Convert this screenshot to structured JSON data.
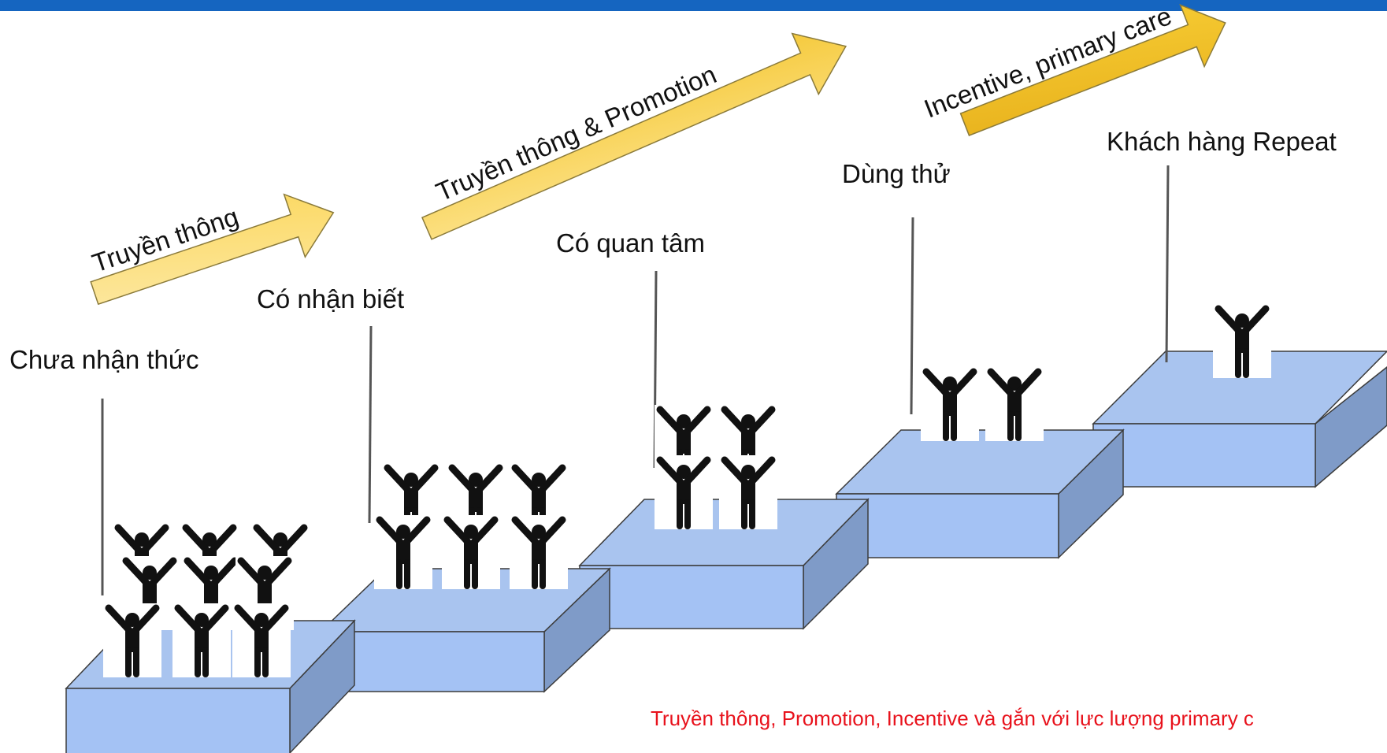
{
  "stages": [
    {
      "label": "Chưa nhận thức",
      "people": 9
    },
    {
      "label": "Có nhận biết",
      "people": 6
    },
    {
      "label": "Có quan tâm",
      "people": 4
    },
    {
      "label": "Dùng thử",
      "people": 2
    },
    {
      "label": "Khách hàng Repeat",
      "people": 1
    }
  ],
  "arrows": [
    {
      "label": "Truyền thông"
    },
    {
      "label": "Truyền thông & Promotion"
    },
    {
      "label": "Incentive, primary care"
    }
  ],
  "footnote": "Truyền thông, Promotion, Incentive và gắn với lực lượng primary c",
  "colors": {
    "step_top": "#a9c4ef",
    "step_front": "#a4c2f4",
    "step_side": "#7f9bc8",
    "step_outline": "#3c3c3c",
    "arrow_light": "#fde7a0",
    "arrow_dark": "#f0bd22",
    "person": "#111111",
    "footnote": "#e8121c",
    "top_bar": "#1565c0"
  }
}
